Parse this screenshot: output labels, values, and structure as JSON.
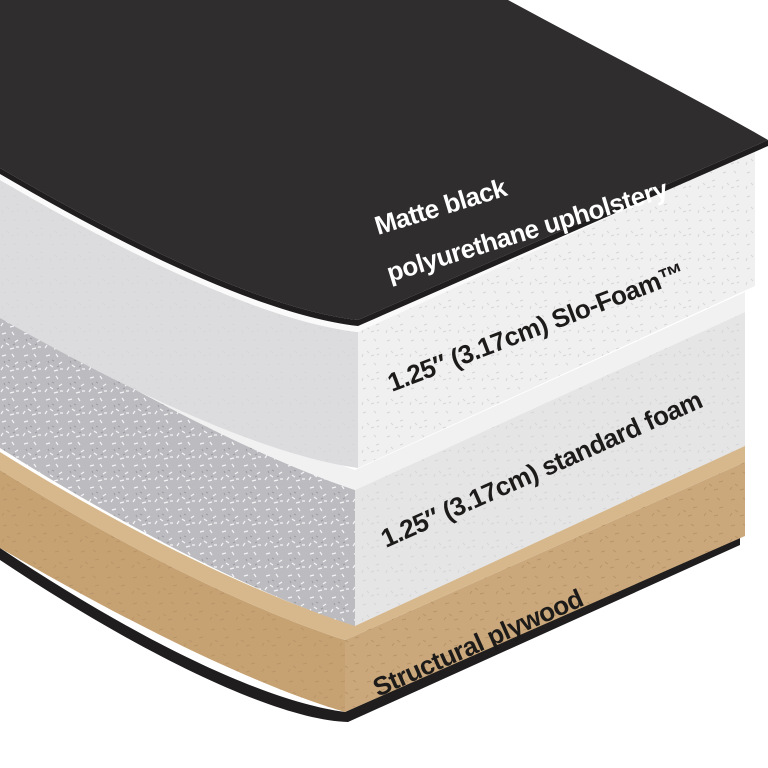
{
  "layers": [
    {
      "id": "upholstery",
      "label_line1": "Matte black",
      "label_line2": "polyurethane upholstery",
      "color": "#2e2c2c"
    },
    {
      "id": "slo-foam",
      "label": "1.25″ (3.17cm) Slo-Foam™",
      "color": "#eeeeee"
    },
    {
      "id": "standard-foam",
      "label": "1.25″ (3.17cm) standard foam",
      "color": "#e4e4e5"
    },
    {
      "id": "plywood",
      "label": "Structural plywood",
      "color": "#c9a77c"
    }
  ]
}
